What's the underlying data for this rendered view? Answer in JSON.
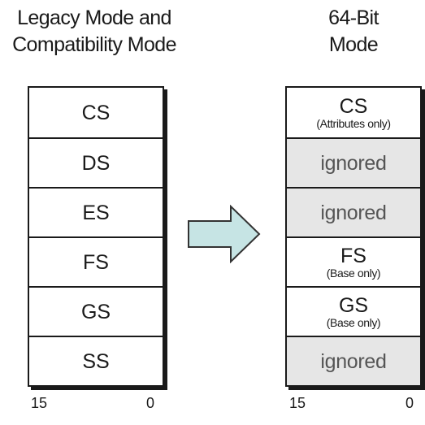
{
  "legacy": {
    "title_line1": "Legacy Mode and",
    "title_line2": "Compatibility Mode",
    "registers": [
      "CS",
      "DS",
      "ES",
      "FS",
      "GS",
      "SS"
    ],
    "bit_high": "15",
    "bit_low": "0"
  },
  "longmode": {
    "title_line1": "64-Bit",
    "title_line2": "Mode",
    "rows": [
      {
        "name": "CS",
        "note": "(Attributes only)",
        "ignored": false
      },
      {
        "name": "ignored",
        "note": "",
        "ignored": true
      },
      {
        "name": "ignored",
        "note": "",
        "ignored": true
      },
      {
        "name": "FS",
        "note": "(Base only)",
        "ignored": false
      },
      {
        "name": "GS",
        "note": "(Base only)",
        "ignored": false
      },
      {
        "name": "ignored",
        "note": "",
        "ignored": true
      }
    ],
    "bit_high": "15",
    "bit_low": "0"
  },
  "colors": {
    "arrow_fill": "#c6e4e4",
    "arrow_stroke": "#333333",
    "ignored_fill": "#e6e6e6",
    "border": "#1a1a1a"
  },
  "icons": {
    "transition_arrow": "right-arrow-icon"
  }
}
